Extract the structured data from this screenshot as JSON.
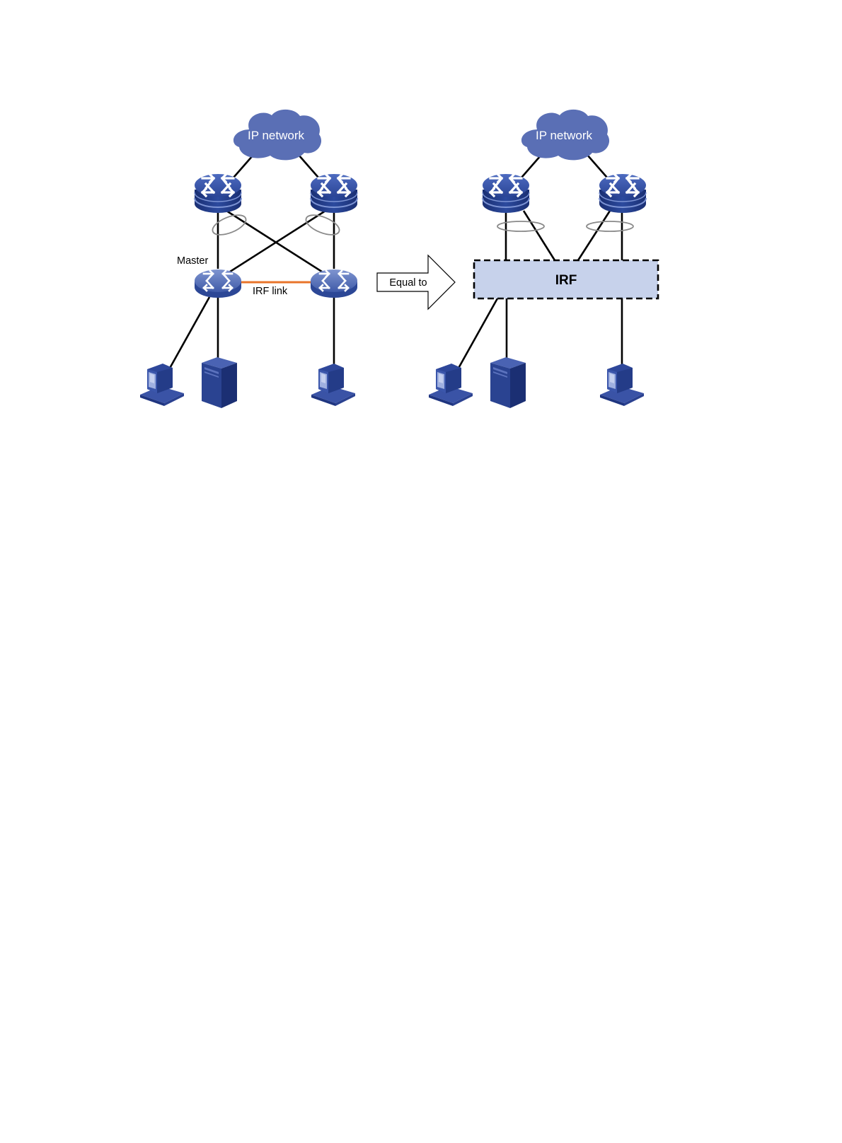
{
  "diagram": {
    "left": {
      "cloud_label": "IP network",
      "master_label": "Master",
      "irf_link_label": "IRF link"
    },
    "arrow_label": "Equal to",
    "right": {
      "cloud_label": "IP network",
      "irf_label": "IRF"
    }
  },
  "colors": {
    "device_blue": "#2f4ea0",
    "device_dark": "#1b3277",
    "cloud": "#5a6fb5",
    "irf_fill": "#c7d2eb",
    "irf_link": "#e8742a",
    "link": "#000000",
    "aggregation_ring": "#8a8a8a"
  },
  "icons": [
    "cloud-icon",
    "core-switch-icon",
    "access-switch-icon",
    "pc-icon",
    "server-icon",
    "arrow-icon"
  ]
}
